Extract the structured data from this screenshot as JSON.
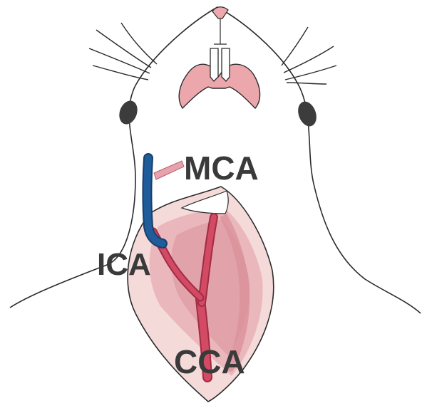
{
  "labels": {
    "mca": "MCA",
    "ica": "ICA",
    "cca": "CCA"
  },
  "colors": {
    "outline": "#2b2b2b",
    "skin_light": "#f5dada",
    "skin_mid": "#eab8bc",
    "skin_dark": "#d98f98",
    "artery": "#d24a63",
    "artery_dark": "#a02c44",
    "mouth_pink": "#eca7ad",
    "nose_pink": "#f0a8b0",
    "filament_blue": "#1f5d9a",
    "mca_pink": "#e7a3ad",
    "label_gray": "#3a3a3a",
    "eye": "#3c3c3c"
  }
}
